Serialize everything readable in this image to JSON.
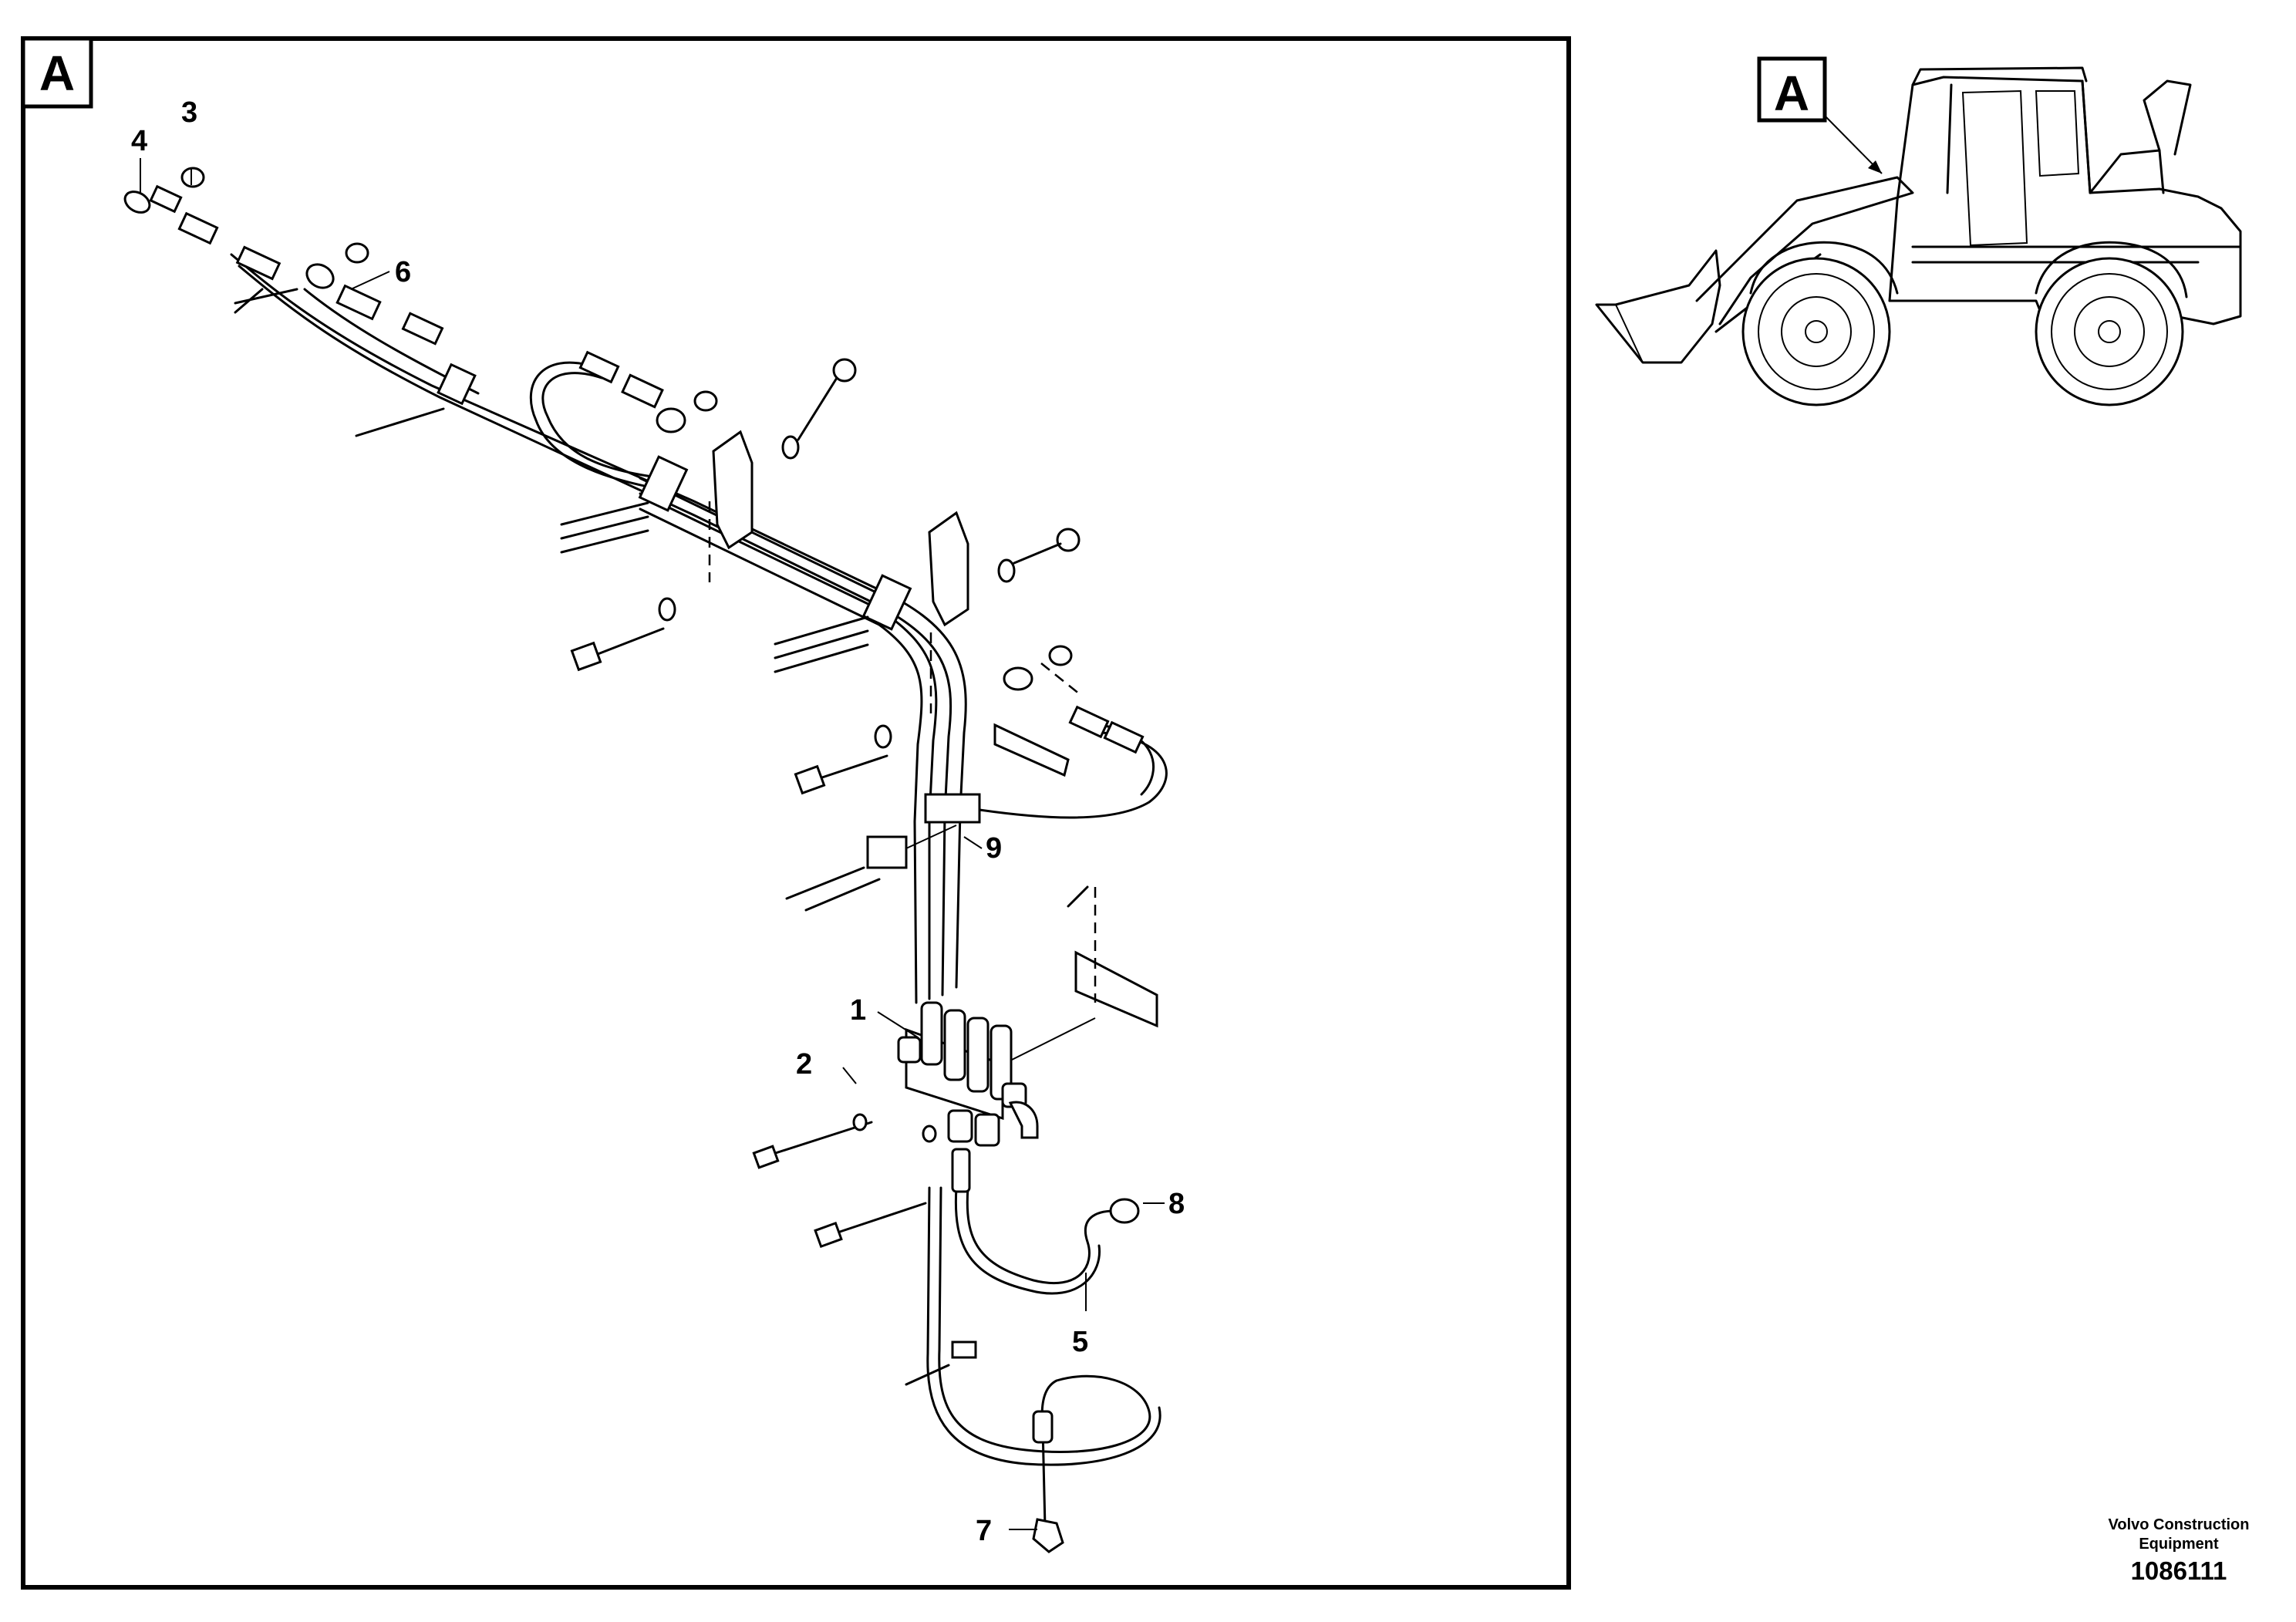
{
  "detail_label": "A",
  "overview_label": "A",
  "callouts": {
    "c1": "1",
    "c2": "2",
    "c3": "3",
    "c4": "4",
    "c5": "5",
    "c6": "6",
    "c7": "7",
    "c8": "8",
    "c9": "9"
  },
  "credit": {
    "line1": "Volvo Construction",
    "line2": "Equipment",
    "figure_number": "1086111"
  }
}
